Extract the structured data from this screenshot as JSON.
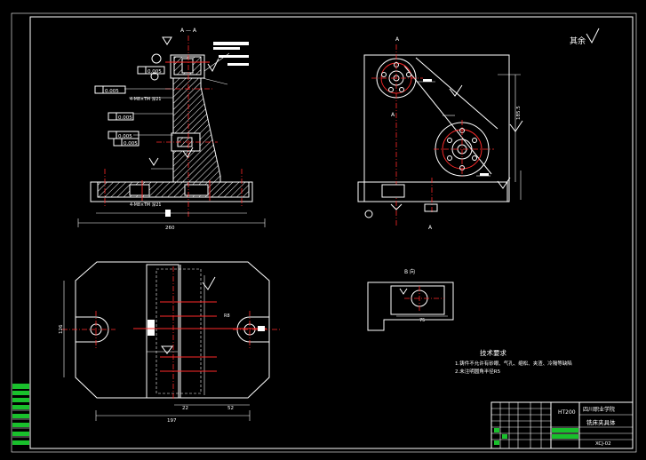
{
  "roughness_note": "其余",
  "view_labels": {
    "section_front": "A — A",
    "side_a_top": "A",
    "side_a_bottom": "A",
    "side_a_mid": "A",
    "view_b": "B 向"
  },
  "dimensions": {
    "front_width": "260",
    "front_inner": "4-M8×TM 深21",
    "side_height": "185.5",
    "plan_width": "197",
    "plan_left_part": "22",
    "plan_right_part": "52",
    "plan_height": "126",
    "view_b_width": "75",
    "small_left": "4-M8×TM 深21",
    "radius_plan": "R8"
  },
  "tolerance_frames": [
    "0.005",
    "0.005",
    "0.005",
    "0.005",
    "0.005"
  ],
  "technical_requirements": {
    "title": "技术要求",
    "items": [
      "1.铸件不允许有砂眼、气孔、缩松、夹渣、冷隔等缺陷",
      "2.未注明圆角半径R5"
    ]
  },
  "title_block": {
    "material": "HT200",
    "school": "四川职业学院",
    "part_name": "铣床夹具体",
    "drawing_no": "XCJ-02"
  }
}
